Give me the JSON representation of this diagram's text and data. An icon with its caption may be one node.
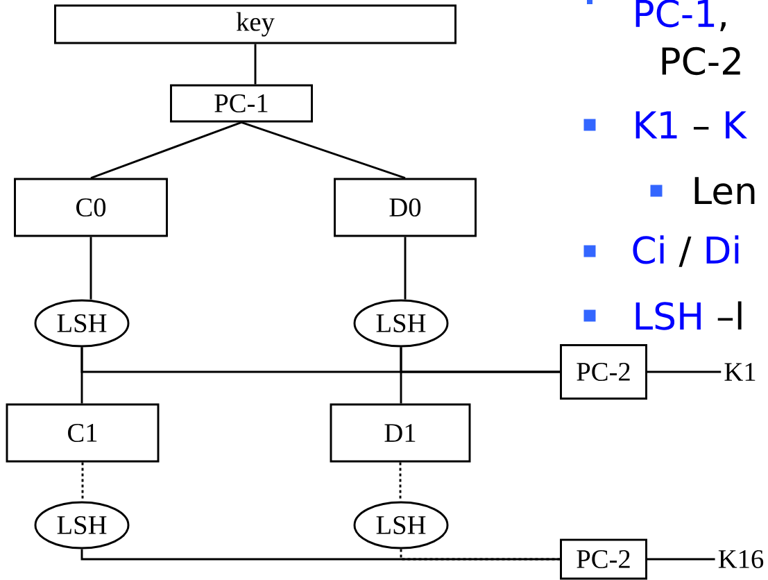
{
  "diagram": {
    "nodes": [
      {
        "text": [
          "key"
        ]
      },
      {
        "text": [
          "PC-1"
        ]
      },
      {
        "text": [
          "C0"
        ]
      },
      {
        "text": [
          "D0"
        ]
      },
      {
        "text": [
          "LSH"
        ]
      },
      {
        "text": [
          "LSH"
        ]
      },
      {
        "text": [
          "PC-2"
        ]
      },
      {
        "text": [
          "K1"
        ]
      },
      {
        "text": [
          "C1"
        ]
      },
      {
        "text": [
          "D1"
        ]
      },
      {
        "text": [
          "LSH"
        ]
      },
      {
        "text": [
          "LSH"
        ]
      },
      {
        "text": [
          "PC-2"
        ]
      },
      {
        "text": [
          "K16"
        ]
      }
    ],
    "edges": [
      {
        "from": 0,
        "to": 1,
        "arrow": "none"
      },
      {
        "from": 1,
        "to": 2,
        "arrow": "none"
      },
      {
        "from": 1,
        "to": 3,
        "arrow": "none"
      },
      {
        "from": 2,
        "to": 4,
        "arrow": "none"
      },
      {
        "from": 3,
        "to": 5,
        "arrow": "none"
      },
      {
        "from": 4,
        "to": 6,
        "arrow": "none"
      },
      {
        "from": 5,
        "to": 6,
        "arrow": "none"
      },
      {
        "from": 4,
        "to": 8,
        "arrow": "none"
      },
      {
        "from": 5,
        "to": 9,
        "arrow": "none"
      },
      {
        "from": 6,
        "to": 7,
        "arrow": "none"
      },
      {
        "from": 8,
        "to": 10,
        "arrow": "none",
        "style": "dashed"
      },
      {
        "from": 9,
        "to": 11,
        "arrow": "none",
        "style": "dashed"
      },
      {
        "from": 10,
        "to": 12,
        "arrow": "none"
      },
      {
        "from": 11,
        "to": 12,
        "arrow": "none",
        "style": "dashed"
      },
      {
        "from": 12,
        "to": 13,
        "arrow": "none"
      }
    ],
    "labels": [
      "PC-1",
      ",",
      "PC-2",
      "K1",
      "–",
      "K",
      "Len",
      "Ci",
      "/",
      "Di",
      "LSH",
      "–l"
    ]
  }
}
